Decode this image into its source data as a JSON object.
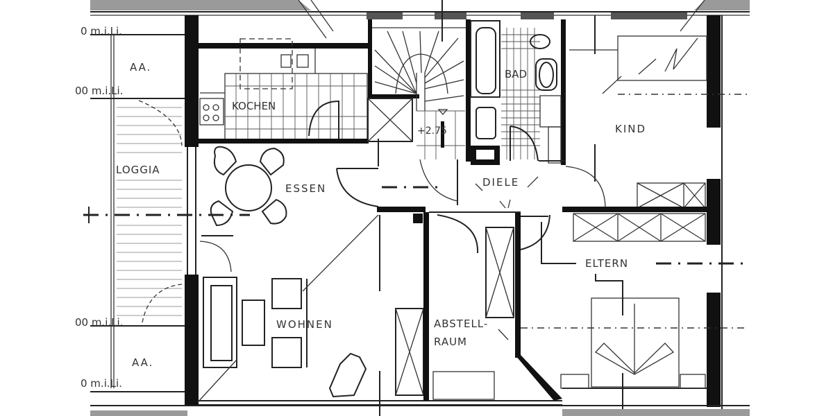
{
  "plan": {
    "type": "architectural floor plan",
    "rooms": {
      "kochen": "KOCHEN",
      "essen": "ESSEN",
      "wohnen": "WOHNEN",
      "loggia": "LOGGIA",
      "bad": "BAD",
      "diele": "DIELE",
      "kind": "KIND",
      "eltern": "ELTERN",
      "abstell_1": "ABSTELL-",
      "abstell_2": "RAUM",
      "aa_top": "AA.",
      "aa_bottom": "AA."
    },
    "annotations": {
      "height_top_1": "0 m.i.Li.",
      "height_top_2": "00 m.i.Li.",
      "height_bottom_1": "00 m.i.Li.",
      "height_bottom_2": "0 m.i.Li.",
      "stair_level": "+2.75"
    },
    "colors": {
      "wall": "#111111",
      "line": "#222222",
      "background": "#ffffff",
      "roof_gray": "#9a9a9a"
    }
  }
}
